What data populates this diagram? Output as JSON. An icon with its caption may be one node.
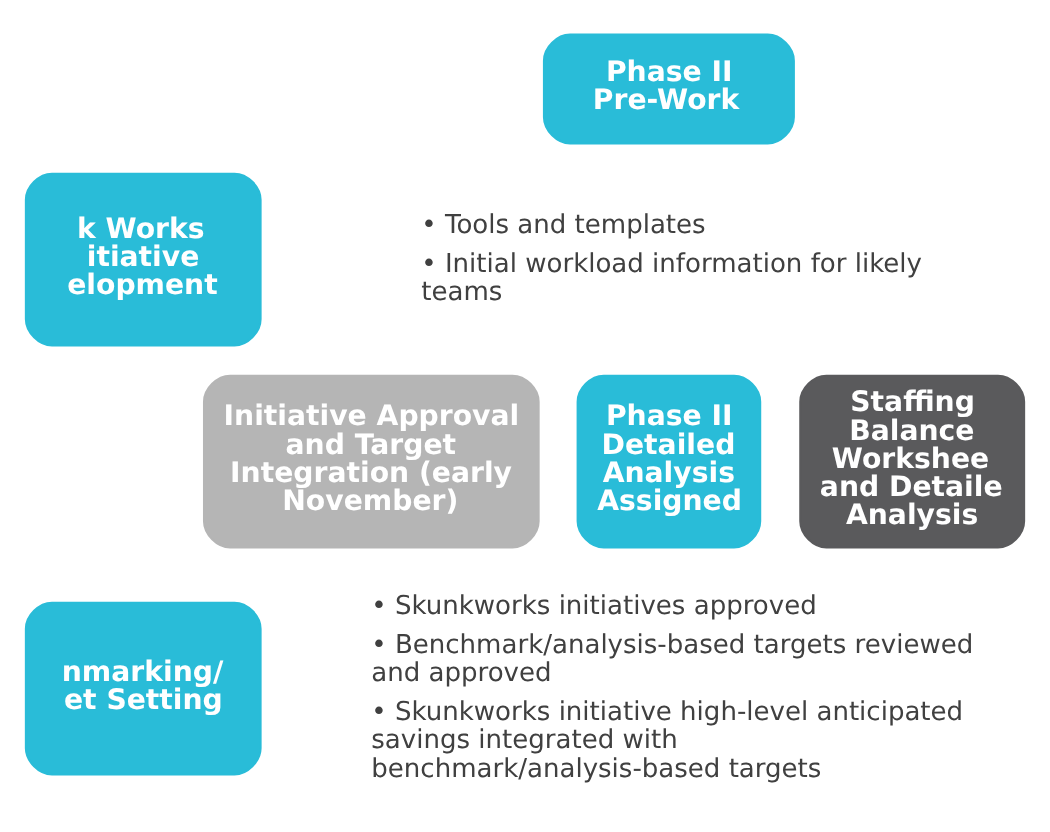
{
  "diagram": {
    "nodes": [
      {
        "text": [
          "k Works itiative elopment"
        ]
      },
      {
        "text": [
          "nmarking/ et Setting"
        ]
      },
      {
        "text": [
          "Phase II Pre-Work"
        ]
      },
      {
        "text": [
          "Initiative Approval and Target Integration (early November)"
        ]
      },
      {
        "text": [
          "Phase II Detailed Analysis Assigned"
        ]
      },
      {
        "text": [
          "Staffing Balance Workshee and Detaile Analysis"
        ]
      }
    ],
    "edges": [],
    "labels": [
      "• Tools and templates",
      "• Initial workload information for likely teams",
      "• Skunkworks initiatives approved",
      "• Benchmark/analysis-based targets reviewed and approved",
      "• Skunkworks initiative high-level anticipated savings integrated with benchmark/analysis-based targets"
    ]
  }
}
